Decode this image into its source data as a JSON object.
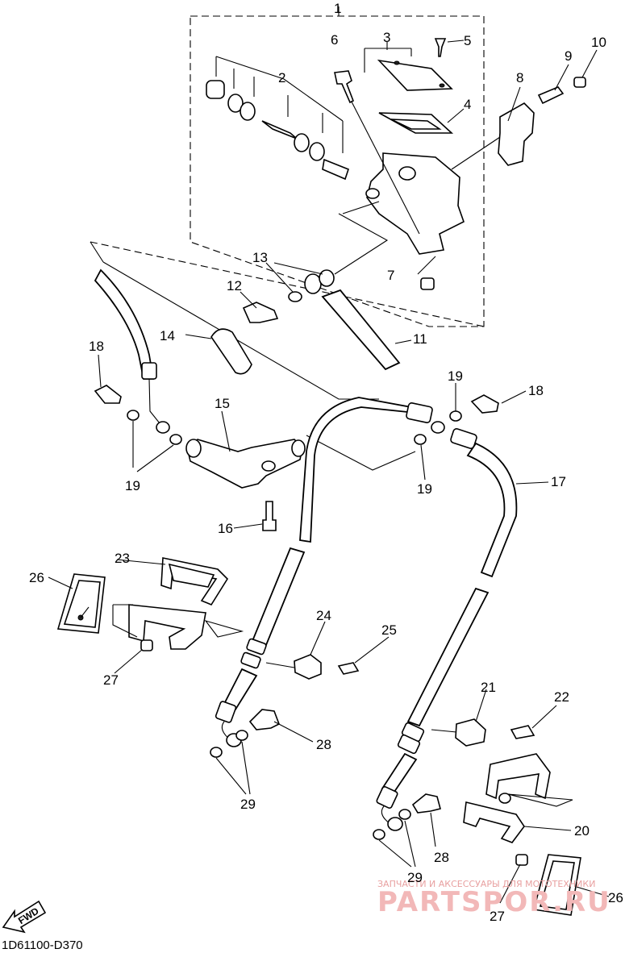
{
  "diagram": {
    "part_numbers": [
      "1",
      "2",
      "3",
      "4",
      "5",
      "6",
      "7",
      "8",
      "9",
      "10",
      "11",
      "12",
      "13",
      "14",
      "15",
      "16",
      "17",
      "18",
      "18",
      "19",
      "19",
      "19",
      "20",
      "21",
      "22",
      "23",
      "24",
      "25",
      "26",
      "26",
      "27",
      "27",
      "28",
      "28",
      "29",
      "29"
    ],
    "fwd_label": "FWD",
    "drawing_code": "1D61100-D370"
  },
  "watermark": {
    "top_line": "ЗАПЧАСТИ И АКСЕССУАРЫ ДЛЯ МОТОТЕХНИКИ",
    "brand": "PARTSPOR.RU"
  }
}
